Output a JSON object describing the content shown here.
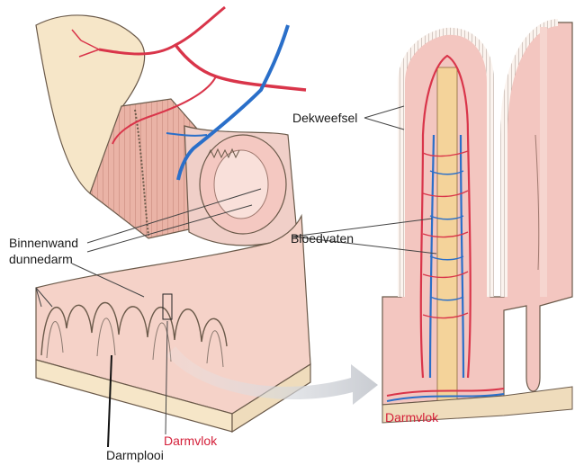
{
  "labels": {
    "dekweefsel": "Dekweefsel",
    "binnenwand_line1": "Binnenwand",
    "binnenwand_line2": "dunnedarm",
    "bloedvaten": "Bloedvaten",
    "darmvlok_left": "Darmvlok",
    "darmvlok_right": "Darmvlok",
    "darmplooi": "Darmplooi"
  },
  "colors": {
    "label_text": "#1a1a1a",
    "darmvlok_label": "#d4203a",
    "artery_red": "#d9354a",
    "vein_blue": "#2a6fc9",
    "tissue_pink": "#f3c6c0",
    "intestine_cream": "#f6e6c8",
    "central_vessel": "#f4d39a"
  }
}
